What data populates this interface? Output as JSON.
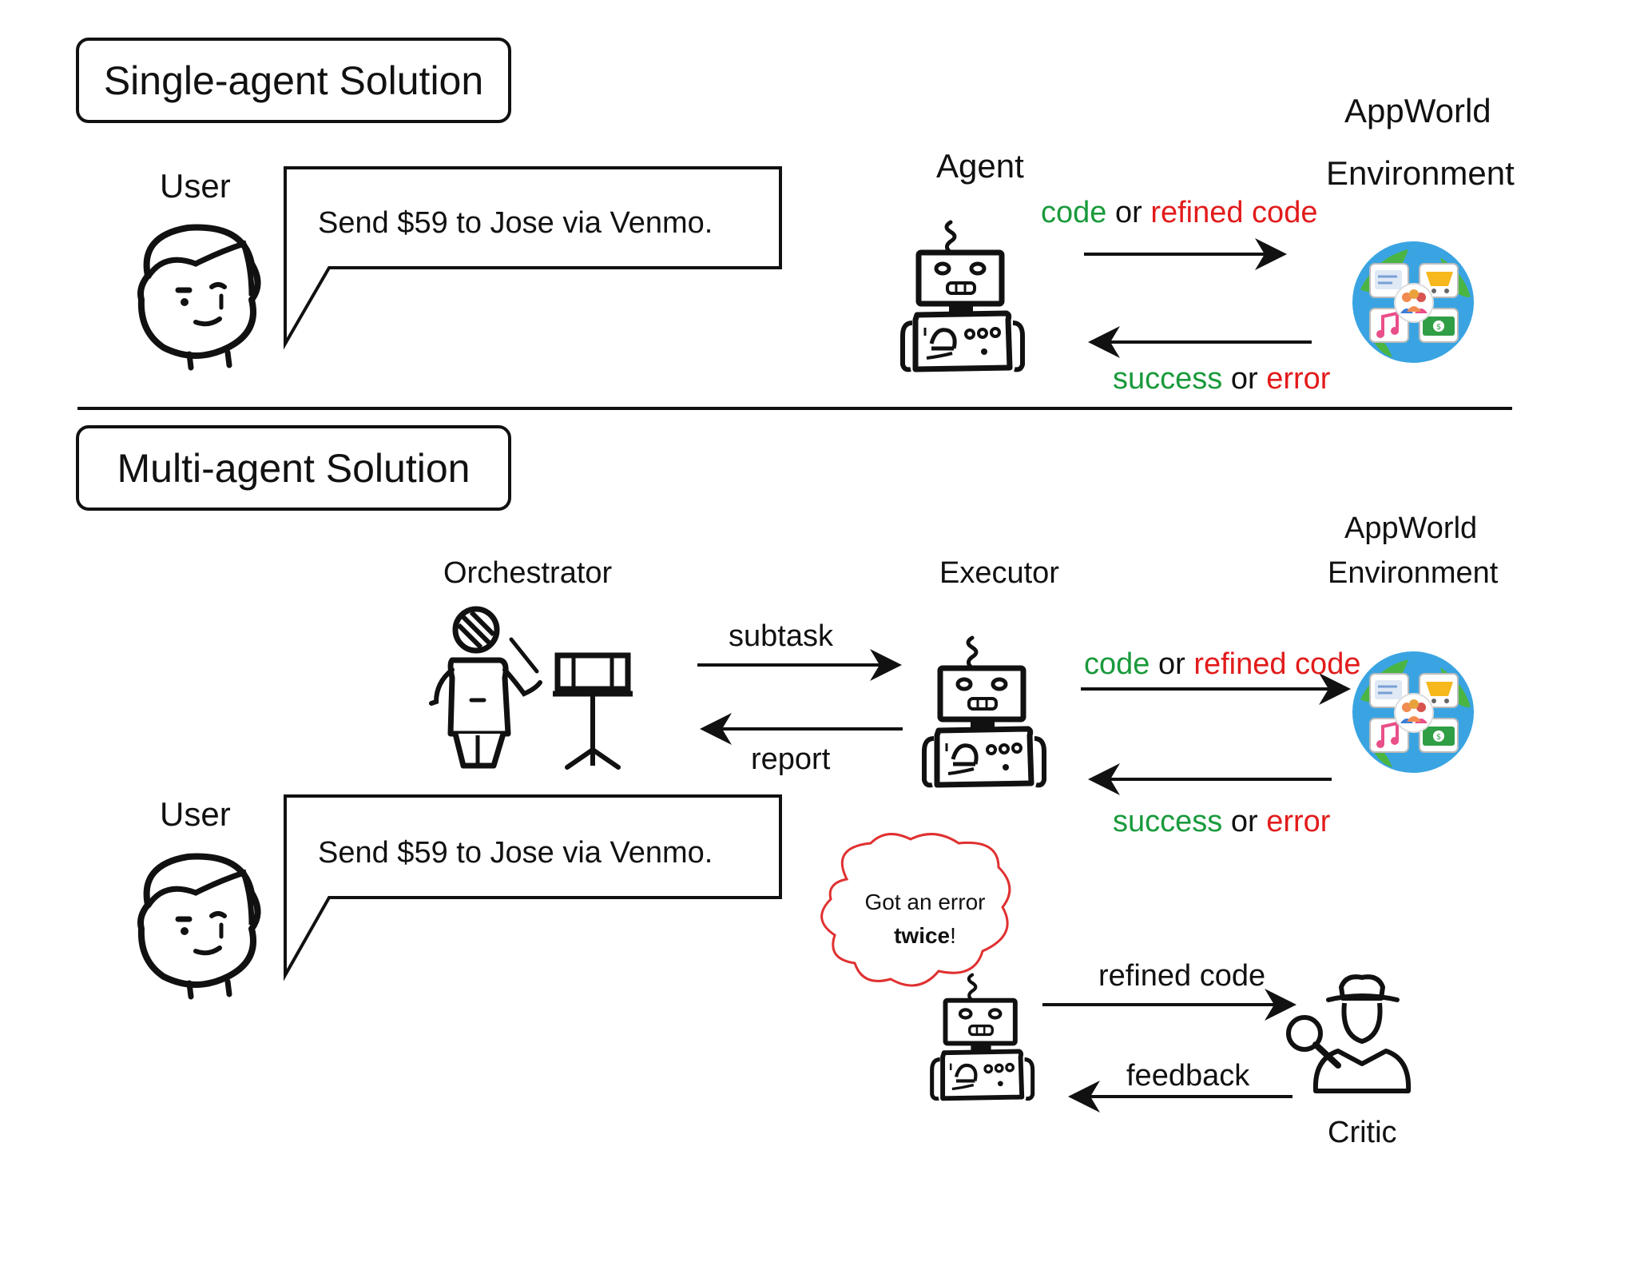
{
  "single": {
    "title": "Single-agent Solution",
    "user_label": "User",
    "user_message": "Send $59 to Jose via Venmo.",
    "agent_label": "Agent",
    "env_label_line1": "AppWorld",
    "env_label_line2": "Environment",
    "arrow_forward": {
      "part1": "code",
      "part2": " or ",
      "part3": "refined code"
    },
    "arrow_back": {
      "part1": "success",
      "part2": " or ",
      "part3": "error"
    }
  },
  "multi": {
    "title": "Multi-agent Solution",
    "orchestrator_label": "Orchestrator",
    "executor_label": "Executor",
    "env_label_line1": "AppWorld",
    "env_label_line2": "Environment",
    "subtask_label": "subtask",
    "report_label": "report",
    "user_label": "User",
    "user_message": "Send $59 to Jose via Venmo.",
    "arrow_forward": {
      "part1": "code",
      "part2": " or ",
      "part3": "refined code"
    },
    "arrow_back": {
      "part1": "success",
      "part2": " or ",
      "part3": "error"
    },
    "thought_line1": "Got an error",
    "thought_bold": "twice",
    "thought_end": "!",
    "refined_label": "refined code",
    "feedback_label": "feedback",
    "critic_label": "Critic"
  },
  "colors": {
    "ok": "#1a9a3c",
    "bad": "#e21b1b",
    "ink": "#111111",
    "cloud": "#e03030"
  },
  "icons": [
    "user-face-icon",
    "robot-icon",
    "appworld-globe-icon",
    "conductor-icon",
    "critic-detective-icon"
  ]
}
